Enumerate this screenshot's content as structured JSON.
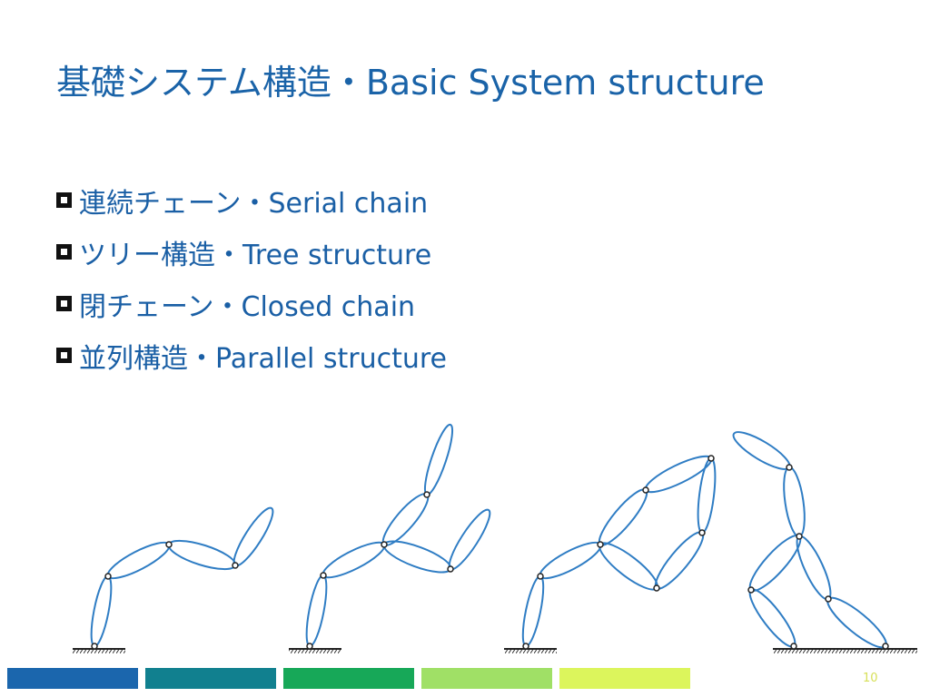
{
  "slide": {
    "title": "基礎システム構造・Basic System structure",
    "bullets": [
      "連続チェーン・Serial chain",
      "ツリー構造・Tree structure",
      "閉チェーン・Closed chain",
      "並列構造・Parallel structure"
    ],
    "page_number": "10"
  },
  "colors": {
    "title": "#1a63a8",
    "link": "#2f7dc4",
    "footer": [
      "#1b66ad",
      "#11808f",
      "#17a858",
      "#a0e066",
      "#dcf55c"
    ]
  },
  "icons": [
    "square-bullet-icon",
    "ground-hatch-icon",
    "joint-icon"
  ]
}
